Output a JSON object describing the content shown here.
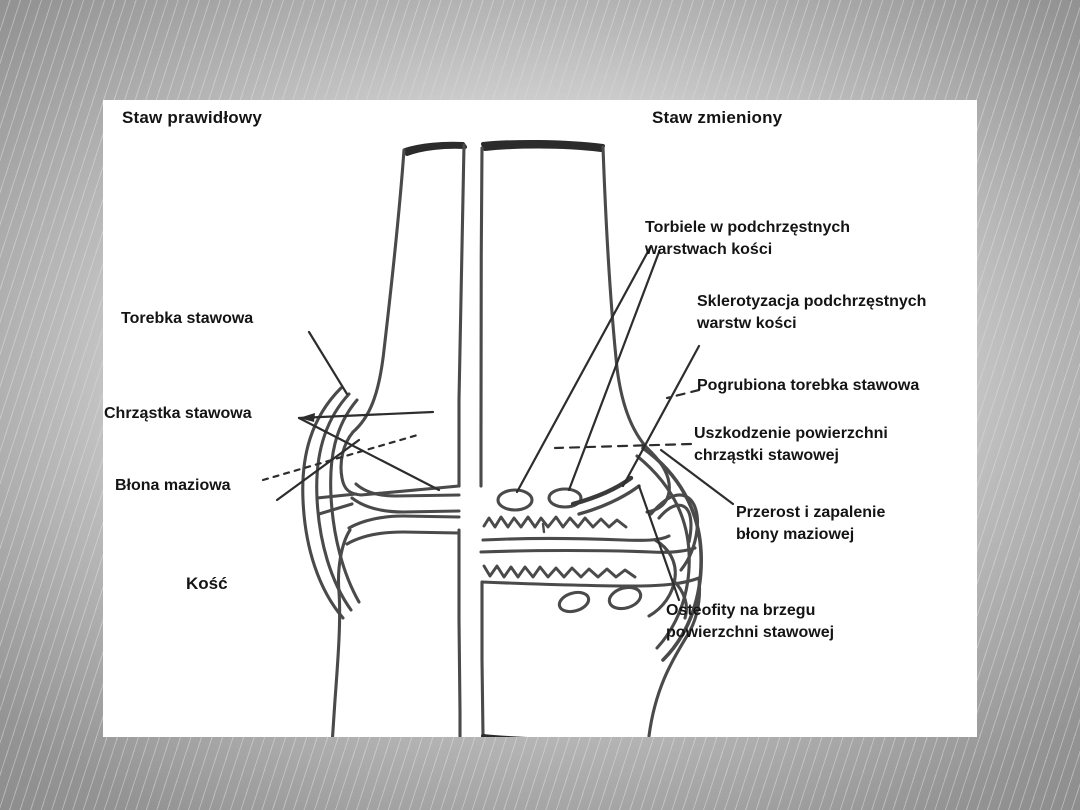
{
  "slide": {
    "background_color": "#9a9a9a",
    "panel_background": "#ffffff",
    "ink_color": "#3a3a3a",
    "text_color": "#1a1a1a"
  },
  "figure": {
    "headings": {
      "left": "Staw prawidłowy",
      "right": "Staw zmieniony"
    },
    "left_labels": [
      {
        "id": "torebka-stawowa",
        "line1": "Torebka stawowa",
        "line2": ""
      },
      {
        "id": "chrzastka-stawowa",
        "line1": "Chrząstka stawowa",
        "line2": ""
      },
      {
        "id": "blona-maziowa",
        "line1": "Błona maziowa",
        "line2": ""
      },
      {
        "id": "kosc",
        "line1": "Kość",
        "line2": ""
      }
    ],
    "right_labels": [
      {
        "id": "torbiele",
        "line1": "Torbiele w podchrzęstnych",
        "line2": "warstwach kości"
      },
      {
        "id": "sklerotyzacja",
        "line1": "Sklerotyzacja podchrzęstnych",
        "line2": "warstw kości"
      },
      {
        "id": "pogrubiona",
        "line1": "Pogrubiona torebka stawowa",
        "line2": ""
      },
      {
        "id": "uszkodzenie",
        "line1": "Uszkodzenie powierzchni",
        "line2": "chrząstki stawowej"
      },
      {
        "id": "przerost",
        "line1": "Przerost i zapalenie",
        "line2": "błony maziowej"
      },
      {
        "id": "osteofity",
        "line1": "Osteofity na brzegu",
        "line2": "powierzchni stawowej"
      }
    ]
  }
}
